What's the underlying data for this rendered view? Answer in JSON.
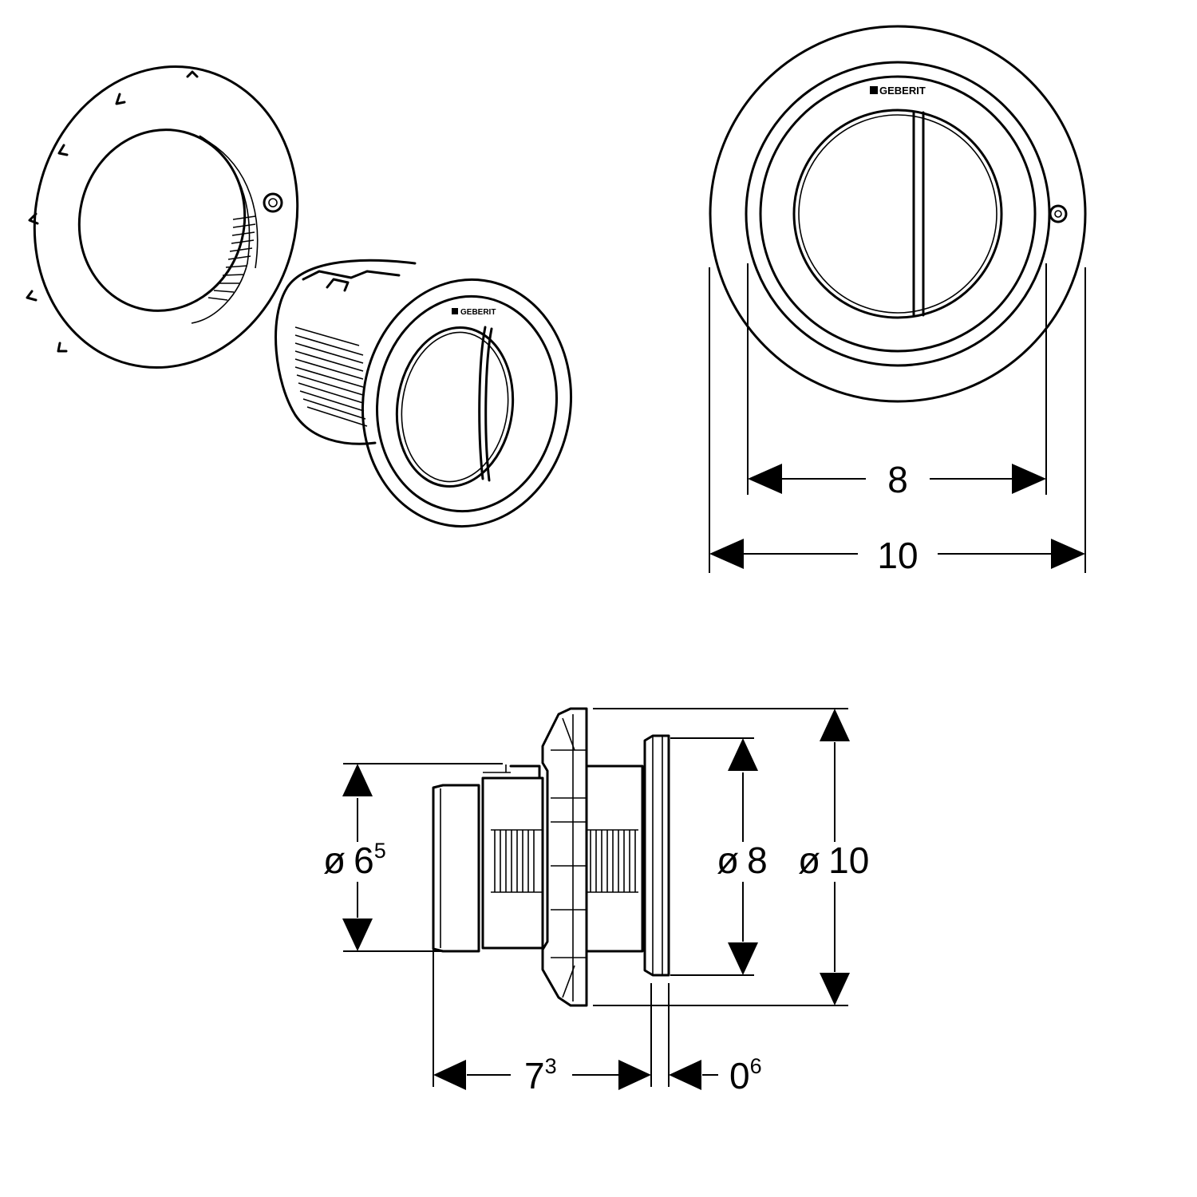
{
  "brand": "GEBERIT",
  "front_view": {
    "inner_width": "8",
    "outer_width": "10"
  },
  "side_view": {
    "button_diameter": {
      "prefix": "ø",
      "main": "6",
      "sup": "5"
    },
    "ring_diameter": {
      "prefix": "ø",
      "main": "8"
    },
    "plate_diameter": {
      "prefix": "ø",
      "main": "10"
    },
    "depth": {
      "main": "7",
      "sup": "3"
    },
    "plate_thickness": {
      "main": "0",
      "sup": "6"
    }
  }
}
